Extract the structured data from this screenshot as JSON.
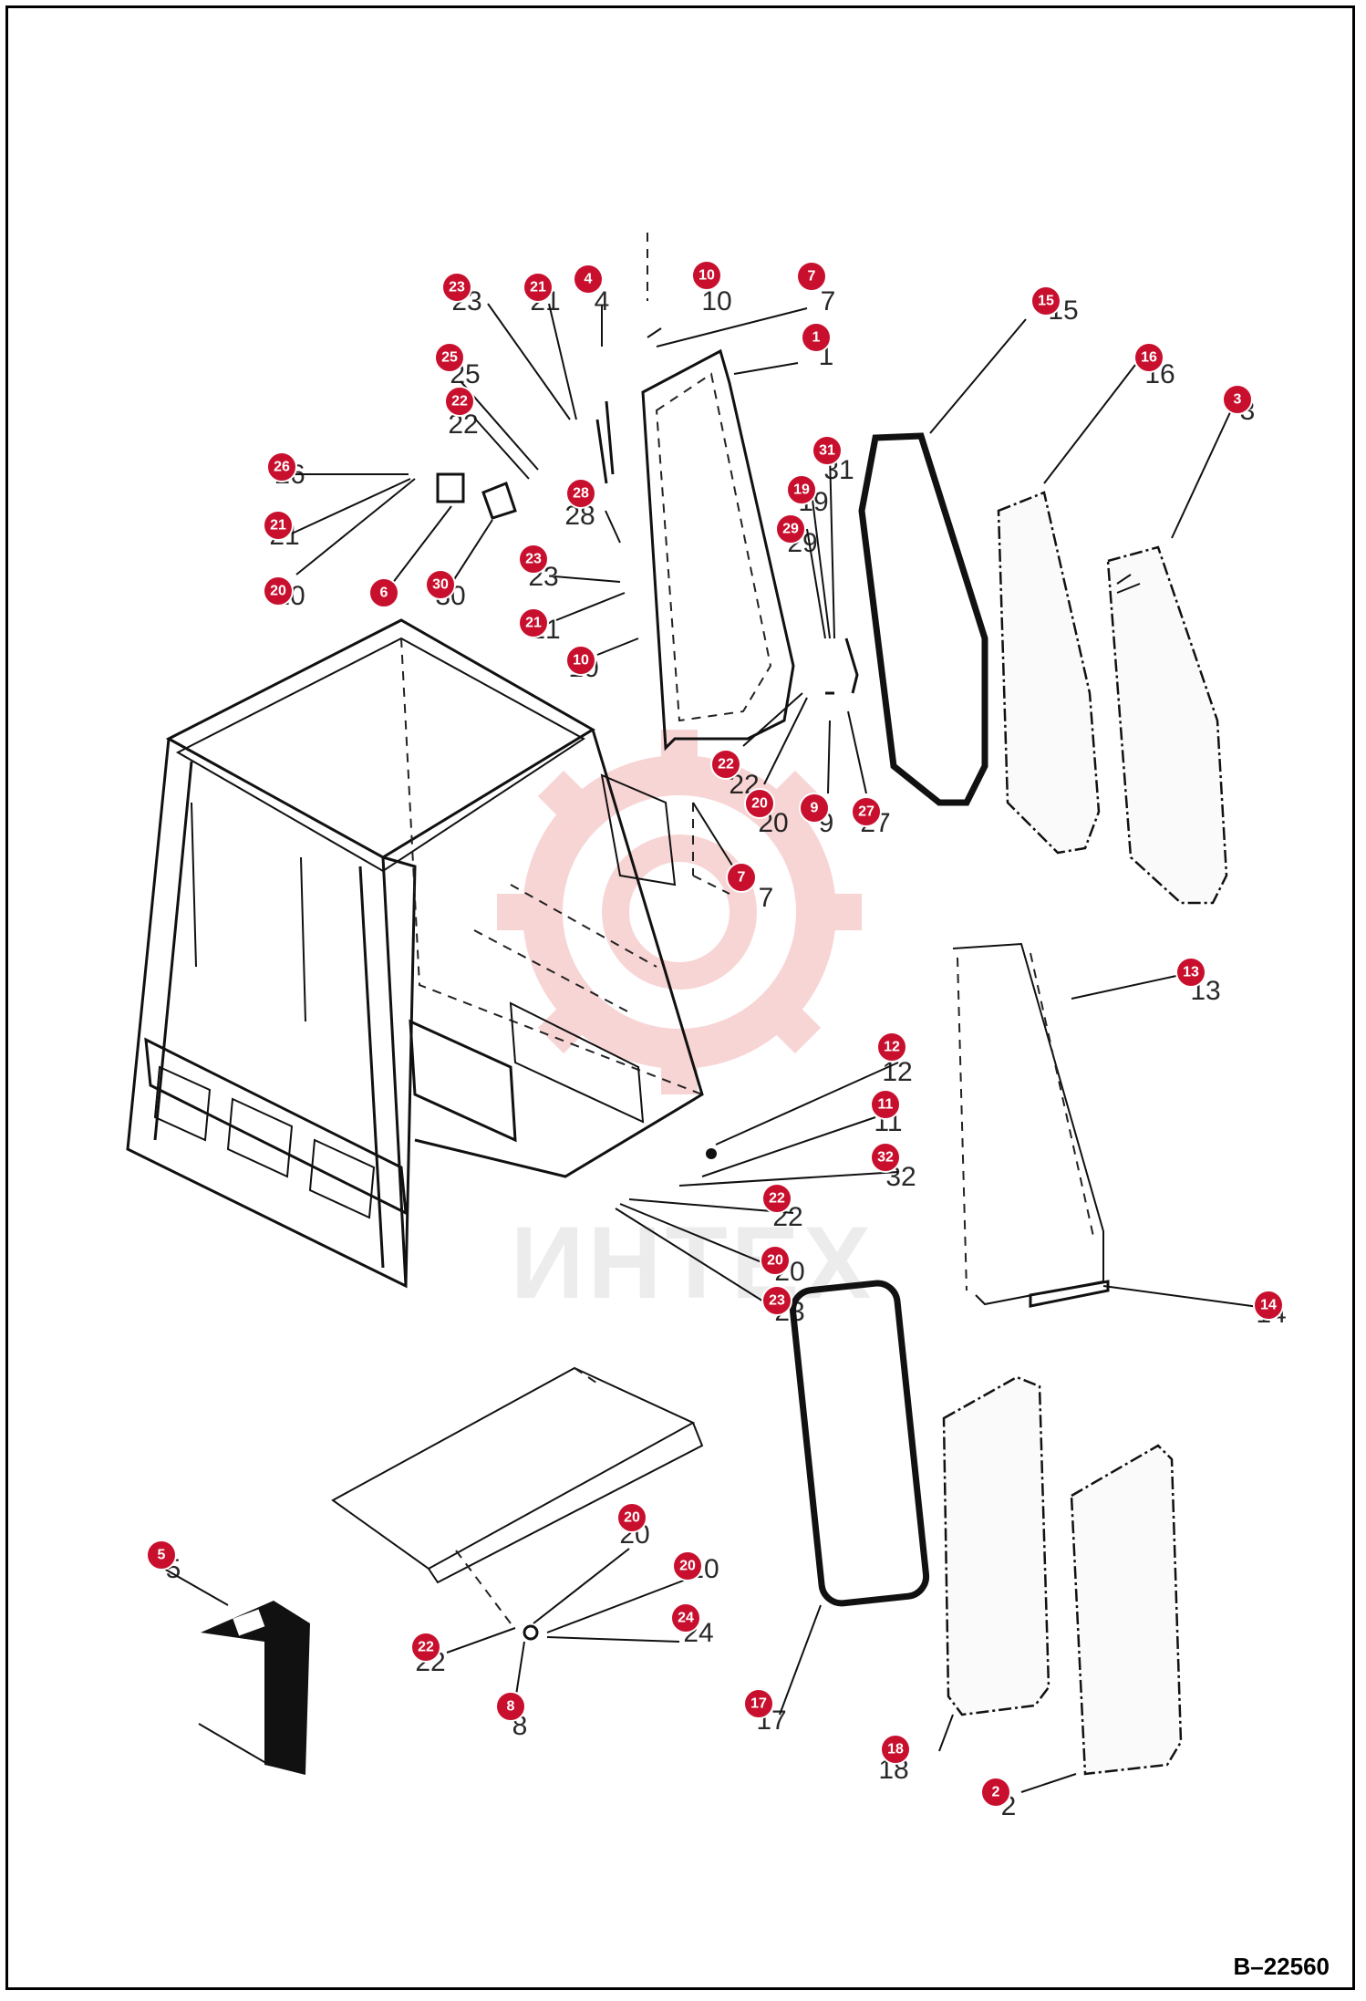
{
  "drawing": {
    "number": "B–22560",
    "watermark": "ИНТЕХ"
  },
  "colors": {
    "callout": "#c8102e",
    "watermark": "#f3b3b3"
  },
  "callouts": [
    {
      "id": "c23a",
      "label": "23"
    },
    {
      "id": "c21a",
      "label": "21"
    },
    {
      "id": "c4",
      "label": "4"
    },
    {
      "id": "c10a",
      "label": "10"
    },
    {
      "id": "c7a",
      "label": "7"
    },
    {
      "id": "c1",
      "label": "1"
    },
    {
      "id": "c15",
      "label": "15"
    },
    {
      "id": "c16",
      "label": "16"
    },
    {
      "id": "c3",
      "label": "3"
    },
    {
      "id": "c25",
      "label": "25"
    },
    {
      "id": "c22a",
      "label": "22"
    },
    {
      "id": "c26",
      "label": "26"
    },
    {
      "id": "c28",
      "label": "28"
    },
    {
      "id": "c21b",
      "label": "21"
    },
    {
      "id": "c20a",
      "label": "20"
    },
    {
      "id": "c6",
      "label": "6"
    },
    {
      "id": "c30",
      "label": "30"
    },
    {
      "id": "c23b",
      "label": "23"
    },
    {
      "id": "c21c",
      "label": "21"
    },
    {
      "id": "c10b",
      "label": "10"
    },
    {
      "id": "c31",
      "label": "31"
    },
    {
      "id": "c19",
      "label": "19"
    },
    {
      "id": "c29",
      "label": "29"
    },
    {
      "id": "c22b",
      "label": "22"
    },
    {
      "id": "c20b",
      "label": "20"
    },
    {
      "id": "c9",
      "label": "9"
    },
    {
      "id": "c27",
      "label": "27"
    },
    {
      "id": "c7b",
      "label": "7"
    },
    {
      "id": "c13",
      "label": "13"
    },
    {
      "id": "c12",
      "label": "12"
    },
    {
      "id": "c11",
      "label": "11"
    },
    {
      "id": "c32",
      "label": "32"
    },
    {
      "id": "c22c",
      "label": "22"
    },
    {
      "id": "c20c",
      "label": "20"
    },
    {
      "id": "c23c",
      "label": "23"
    },
    {
      "id": "c14",
      "label": "14"
    },
    {
      "id": "c5",
      "label": "5"
    },
    {
      "id": "c20d",
      "label": "20"
    },
    {
      "id": "c20e",
      "label": "20"
    },
    {
      "id": "c24",
      "label": "24"
    },
    {
      "id": "c22d",
      "label": "22"
    },
    {
      "id": "c8",
      "label": "8"
    },
    {
      "id": "c17",
      "label": "17"
    },
    {
      "id": "c18",
      "label": "18"
    },
    {
      "id": "c2",
      "label": "2"
    }
  ]
}
